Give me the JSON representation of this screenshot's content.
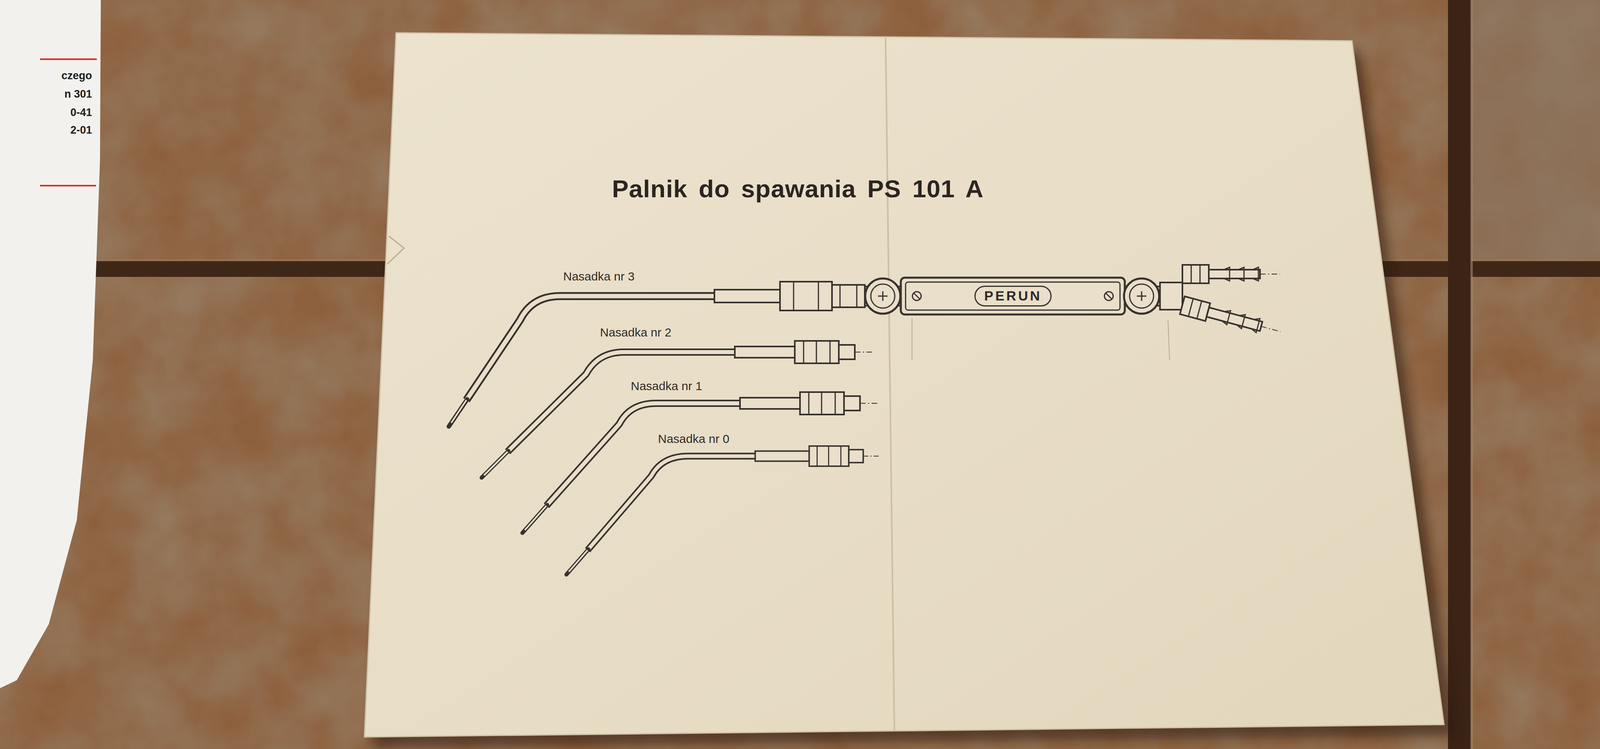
{
  "diagram": {
    "title": "Palnik do spawania PS 101 A",
    "nodes": [
      {
        "text": [
          "PERUN"
        ]
      }
    ],
    "labels": [
      "czego",
      "n 301",
      "0-41",
      "2-01",
      "Nasadka nr 3",
      "Nasadka nr 2",
      "Nasadka nr 1",
      "Nasadka nr 0"
    ]
  }
}
